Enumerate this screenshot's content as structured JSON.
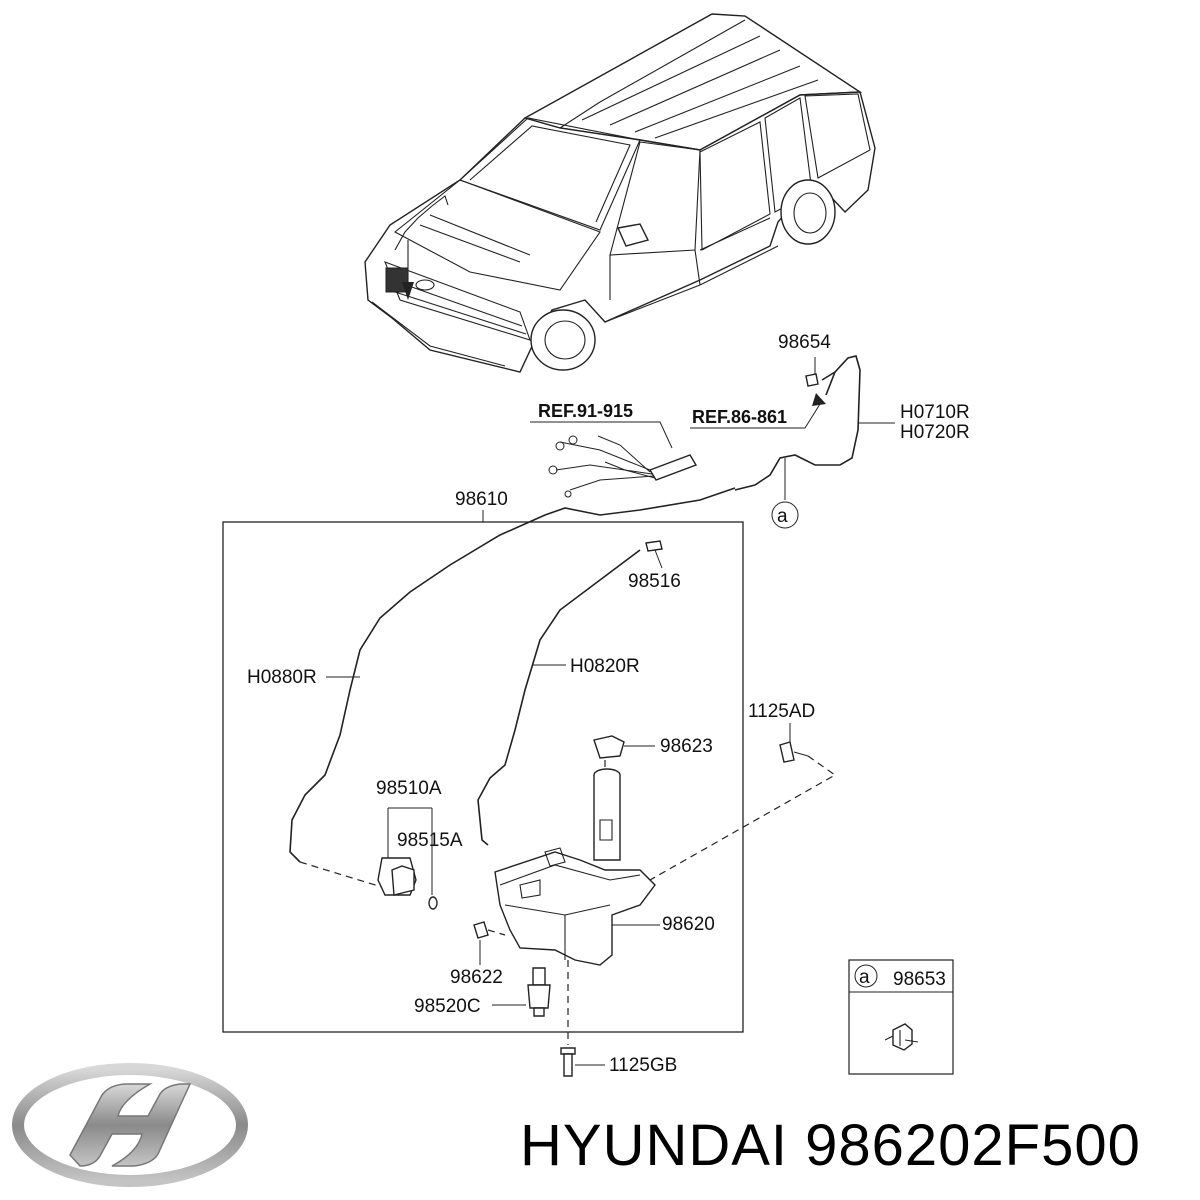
{
  "labels": {
    "ref_91_915": "REF.91-915",
    "ref_86_861": "REF.86-861",
    "p98654": "98654",
    "h0710r": "H0710R",
    "h0720r": "H0720R",
    "p98610": "98610",
    "callout_a": "a",
    "p98516": "98516",
    "h0880r": "H0880R",
    "h0820r": "H0820R",
    "p1125ad": "1125AD",
    "p98623": "98623",
    "p98510a": "98510A",
    "p98515a": "98515A",
    "p98620": "98620",
    "p98622": "98622",
    "p98520c": "98520C",
    "p1125gb": "1125GB",
    "inset_a": "a",
    "inset_part": "98653"
  },
  "footer": {
    "brand_text": "HYUNDAI 986202F500"
  },
  "logo": {
    "name": "hyundai-logo",
    "color": "#9a9a9a"
  }
}
